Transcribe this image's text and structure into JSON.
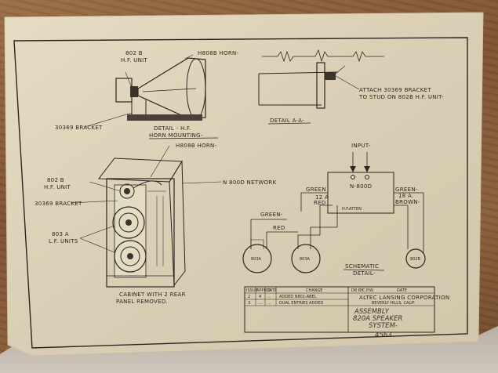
{
  "labels": {
    "hf_unit": [
      "802 B",
      "H.F. UNIT"
    ],
    "horn_top": "H808B HORN-",
    "bracket_left": "30369 BRACKET",
    "detail_hf": [
      "DETAIL - H.F.",
      "HORN MOUNTING-"
    ],
    "attach_note": [
      "ATTACH 30369 BRACKET",
      "TO STUD ON 802B H.F. UNIT-"
    ],
    "detail_aa": "DETAIL A-A-",
    "horn_mid": "H808B HORN-",
    "hf_unit2": [
      "802 B",
      "H.F. UNIT"
    ],
    "network": "N 800D NETWORK",
    "bracket_mid": "30369 BRACKET",
    "lf_units": [
      "803 A",
      "L.F. UNITS"
    ],
    "cabinet_note": [
      "CABINET WITH 2 REAR",
      "PANEL REMOVED."
    ],
    "input": "INPUT-",
    "n800d": "N-800D",
    "hf_atten": "H.F.ATTEN",
    "green": "GREEN",
    "green_left": "GREEN-",
    "green_right": "GREEN-",
    "wire_right_gauge": "18 A.",
    "brown": "BROWN-",
    "red": "RED",
    "wire_gauge": "12 A",
    "red_short": "RED",
    "woofer_left": "803A",
    "woofer_right": "803A",
    "tweeter": "802B",
    "schematic": [
      "SCHEMATIC",
      "DETAIL-"
    ]
  },
  "title_block": {
    "header": [
      "ISSUE",
      "APPR'D",
      "DATE",
      "CHANGE",
      "DR BY",
      "C.P.W.",
      "DATE"
    ],
    "rows": [
      [
        "2",
        "4",
        "...",
        "ADDED N801-ABEL"
      ],
      [
        "3",
        "...",
        "...",
        "DUAL ENTRIES ADDED"
      ]
    ],
    "company": "ALTEC LANSING CORPORATION",
    "location": "BEVERLY HILLS, CALIF.",
    "assembly": "ASSEMBLY",
    "model": "820A SPEAKER",
    "system": "SYSTEM-",
    "number": "4563"
  }
}
